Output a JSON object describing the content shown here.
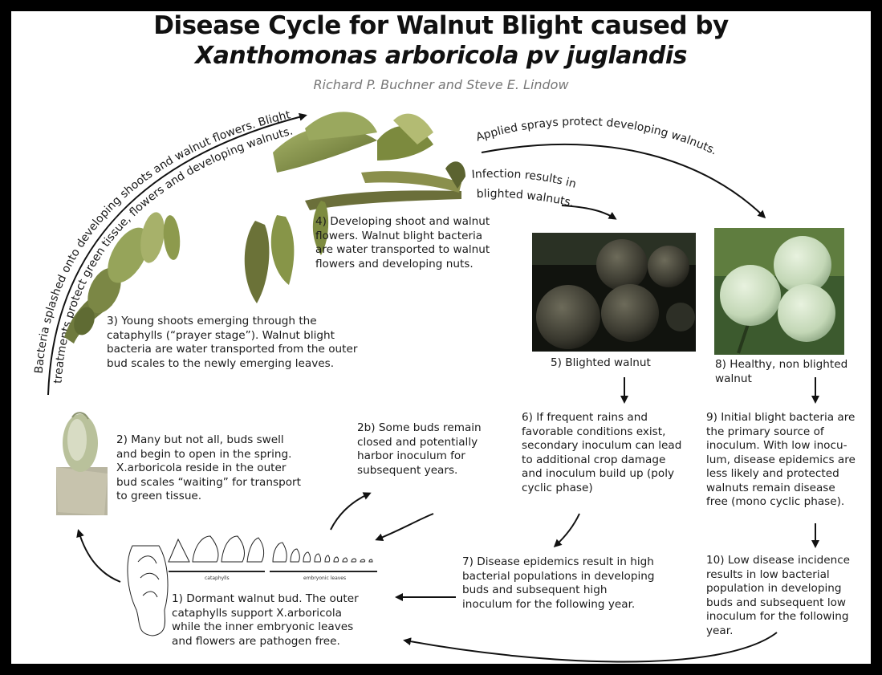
{
  "title": {
    "line1": "Disease Cycle for Walnut Blight caused by",
    "line2": "Xanthomonas arboricola pv juglandis",
    "authors": "Richard P. Buchner and Steve E. Lindow"
  },
  "curved_labels": {
    "outer_arc_line1": "Bacteria splashed onto developing shoots and walnut flowers. Blight",
    "outer_arc_line2": "treatments protect green tissue, flowers and  developing walnuts.",
    "sprays": "Applied sprays protect developing walnuts.",
    "infection_line1": "Infection results in",
    "infection_line2": "blighted walnuts."
  },
  "steps": {
    "s1": "1) Dormant walnut bud. The outer\ncataphylls support X.arboricola\nwhile the inner embryonic leaves\nand flowers are pathogen free.",
    "s2": "2) Many but not all, buds swell\nand begin to open in the spring.\nX.arboricola reside in the outer\nbud scales “waiting” for transport\nto green tissue.",
    "s2b": "2b) Some buds remain\nclosed and potentially\nharbor inoculum for\nsubsequent years.",
    "s3": "3) Young shoots emerging through the\ncataphylls (“prayer stage”). Walnut blight\nbacteria are water transported from the outer\nbud scales to the newly emerging leaves.",
    "s4": "4) Developing shoot and walnut\nflowers. Walnut blight bacteria\nare water transported to walnut\nflowers and developing nuts.",
    "s5": "5) Blighted walnut",
    "s6": "6) If frequent rains and\nfavorable conditions exist,\nsecondary inoculum can lead\nto additional crop damage\nand inoculum build up (poly\ncyclic phase)",
    "s7": "7) Disease epidemics result in high\nbacterial populations in developing\nbuds and subsequent high\ninoculum for the following year.",
    "s8": "8) Healthy, non blighted\nwalnut",
    "s9": "9) Initial blight bacteria are\nthe primary source of\ninoculum. With low inocu-\nlum, disease epidemics are\nless likely and protected\nwalnuts remain disease\nfree (mono cyclic phase).",
    "s10": "10) Low disease incidence\nresults in low bacterial\npopulation in developing\nbuds and subsequent low\ninoculum for the following\nyear."
  },
  "bud_diagram": {
    "cataphylls_label": "cataphylls",
    "embryonic_label": "embryonic leaves"
  },
  "colors": {
    "frame": "#000000",
    "arrow": "#111111",
    "leaf_green": "#7a8a3a",
    "healthy_nut": "#cfe0c3",
    "blighted_nut": "#3a3a2e"
  }
}
